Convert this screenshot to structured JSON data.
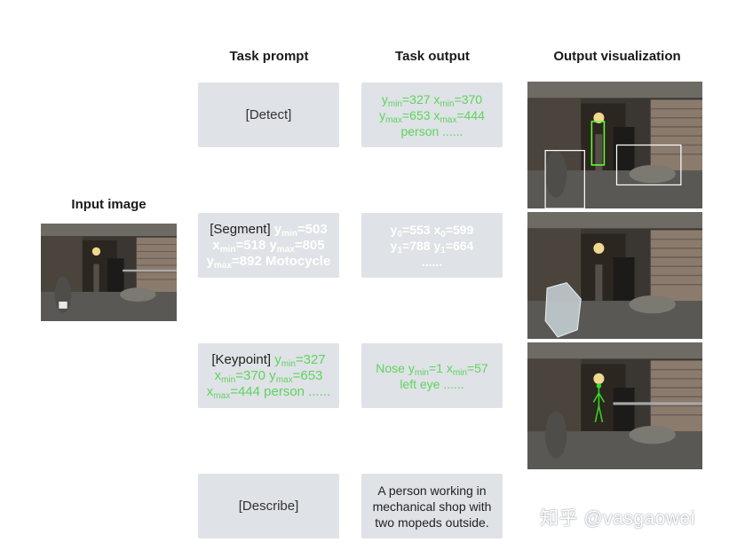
{
  "headers": {
    "task_prompt": "Task prompt",
    "task_output": "Task output",
    "output_visualization": "Output visualization"
  },
  "input_image_label": "Input image",
  "rows": [
    {
      "prompt_tag": "[Detect]",
      "output": {
        "line1": [
          "y",
          "min",
          "=327 x",
          "min",
          "=370"
        ],
        "line2": [
          "y",
          "max",
          "=653 x",
          "max",
          "=444"
        ],
        "line3": "person ......"
      }
    },
    {
      "prompt_tag": "[Segment]",
      "prompt_rest": {
        "a": [
          "y",
          "min",
          "=503"
        ],
        "b": [
          "x",
          "min",
          "=518  y",
          "max",
          "=805"
        ],
        "c": [
          "y",
          "max",
          "=892  Motocycle"
        ]
      },
      "output": {
        "line1": [
          "y",
          "0",
          "=553  x",
          "0",
          "=599"
        ],
        "line2": [
          "y",
          "1",
          "=788  y",
          "1",
          "=664"
        ],
        "line3": "......"
      }
    },
    {
      "prompt_tag": "[Keypoint]",
      "prompt_rest": {
        "a": [
          "y",
          "min",
          "=327"
        ],
        "b": [
          "x",
          "min",
          "=370 y",
          "max",
          "=653"
        ],
        "c": [
          "x",
          "max",
          "=444 person ......"
        ]
      },
      "output": {
        "line1": [
          "Nose y",
          "min",
          "=1 x",
          "min",
          "=57"
        ],
        "line2": "left eye ......"
      }
    },
    {
      "prompt_tag": "[Describe]",
      "output": {
        "line1": "A person working in",
        "line2": "mechanical shop with",
        "line3": "two mopeds outside."
      }
    }
  ],
  "watermark": "知乎 @vasgaowei",
  "colors": {
    "box_bg": "#dfe2e6",
    "green_text": "#5fd35f",
    "detect_box_green": "#66ff33",
    "detect_box_white": "#ffffff"
  }
}
